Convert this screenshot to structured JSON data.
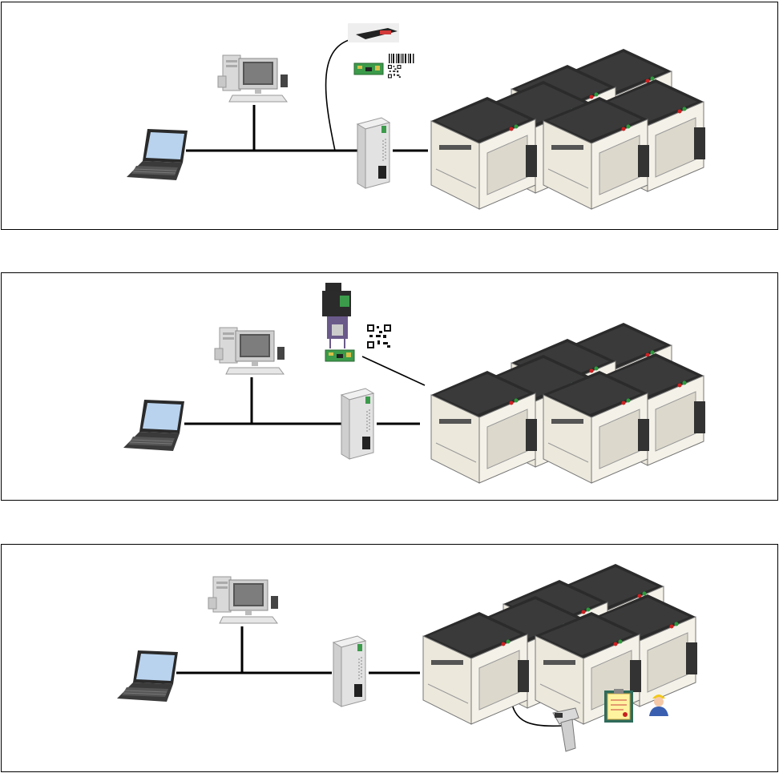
{
  "diagram": {
    "panels": [
      {
        "name": "configuration-1",
        "devices": [
          "laptop-icon",
          "desktop-pc-icon",
          "server-tower-icon",
          "barcode-laser-scanner-icon",
          "circuit-board-icon",
          "barcode-icon",
          "qr-code-icon",
          "placement-machine-line-icon"
        ]
      },
      {
        "name": "configuration-2",
        "devices": [
          "laptop-icon",
          "desktop-pc-icon",
          "server-tower-icon",
          "fixed-code-reader-icon",
          "circuit-board-icon",
          "qr-code-icon",
          "placement-machine-line-icon"
        ]
      },
      {
        "name": "configuration-3",
        "devices": [
          "laptop-icon",
          "desktop-pc-icon",
          "server-tower-icon",
          "handheld-barcode-scanner-icon",
          "clipboard-document-icon",
          "operator-icon",
          "placement-machine-line-icon"
        ]
      }
    ]
  },
  "colors": {
    "line": "#000000",
    "machine_body": "#ece8dc",
    "machine_cover": "#2b2b2b",
    "screen": "#b9d3ee",
    "board": "#3b9b4b"
  }
}
